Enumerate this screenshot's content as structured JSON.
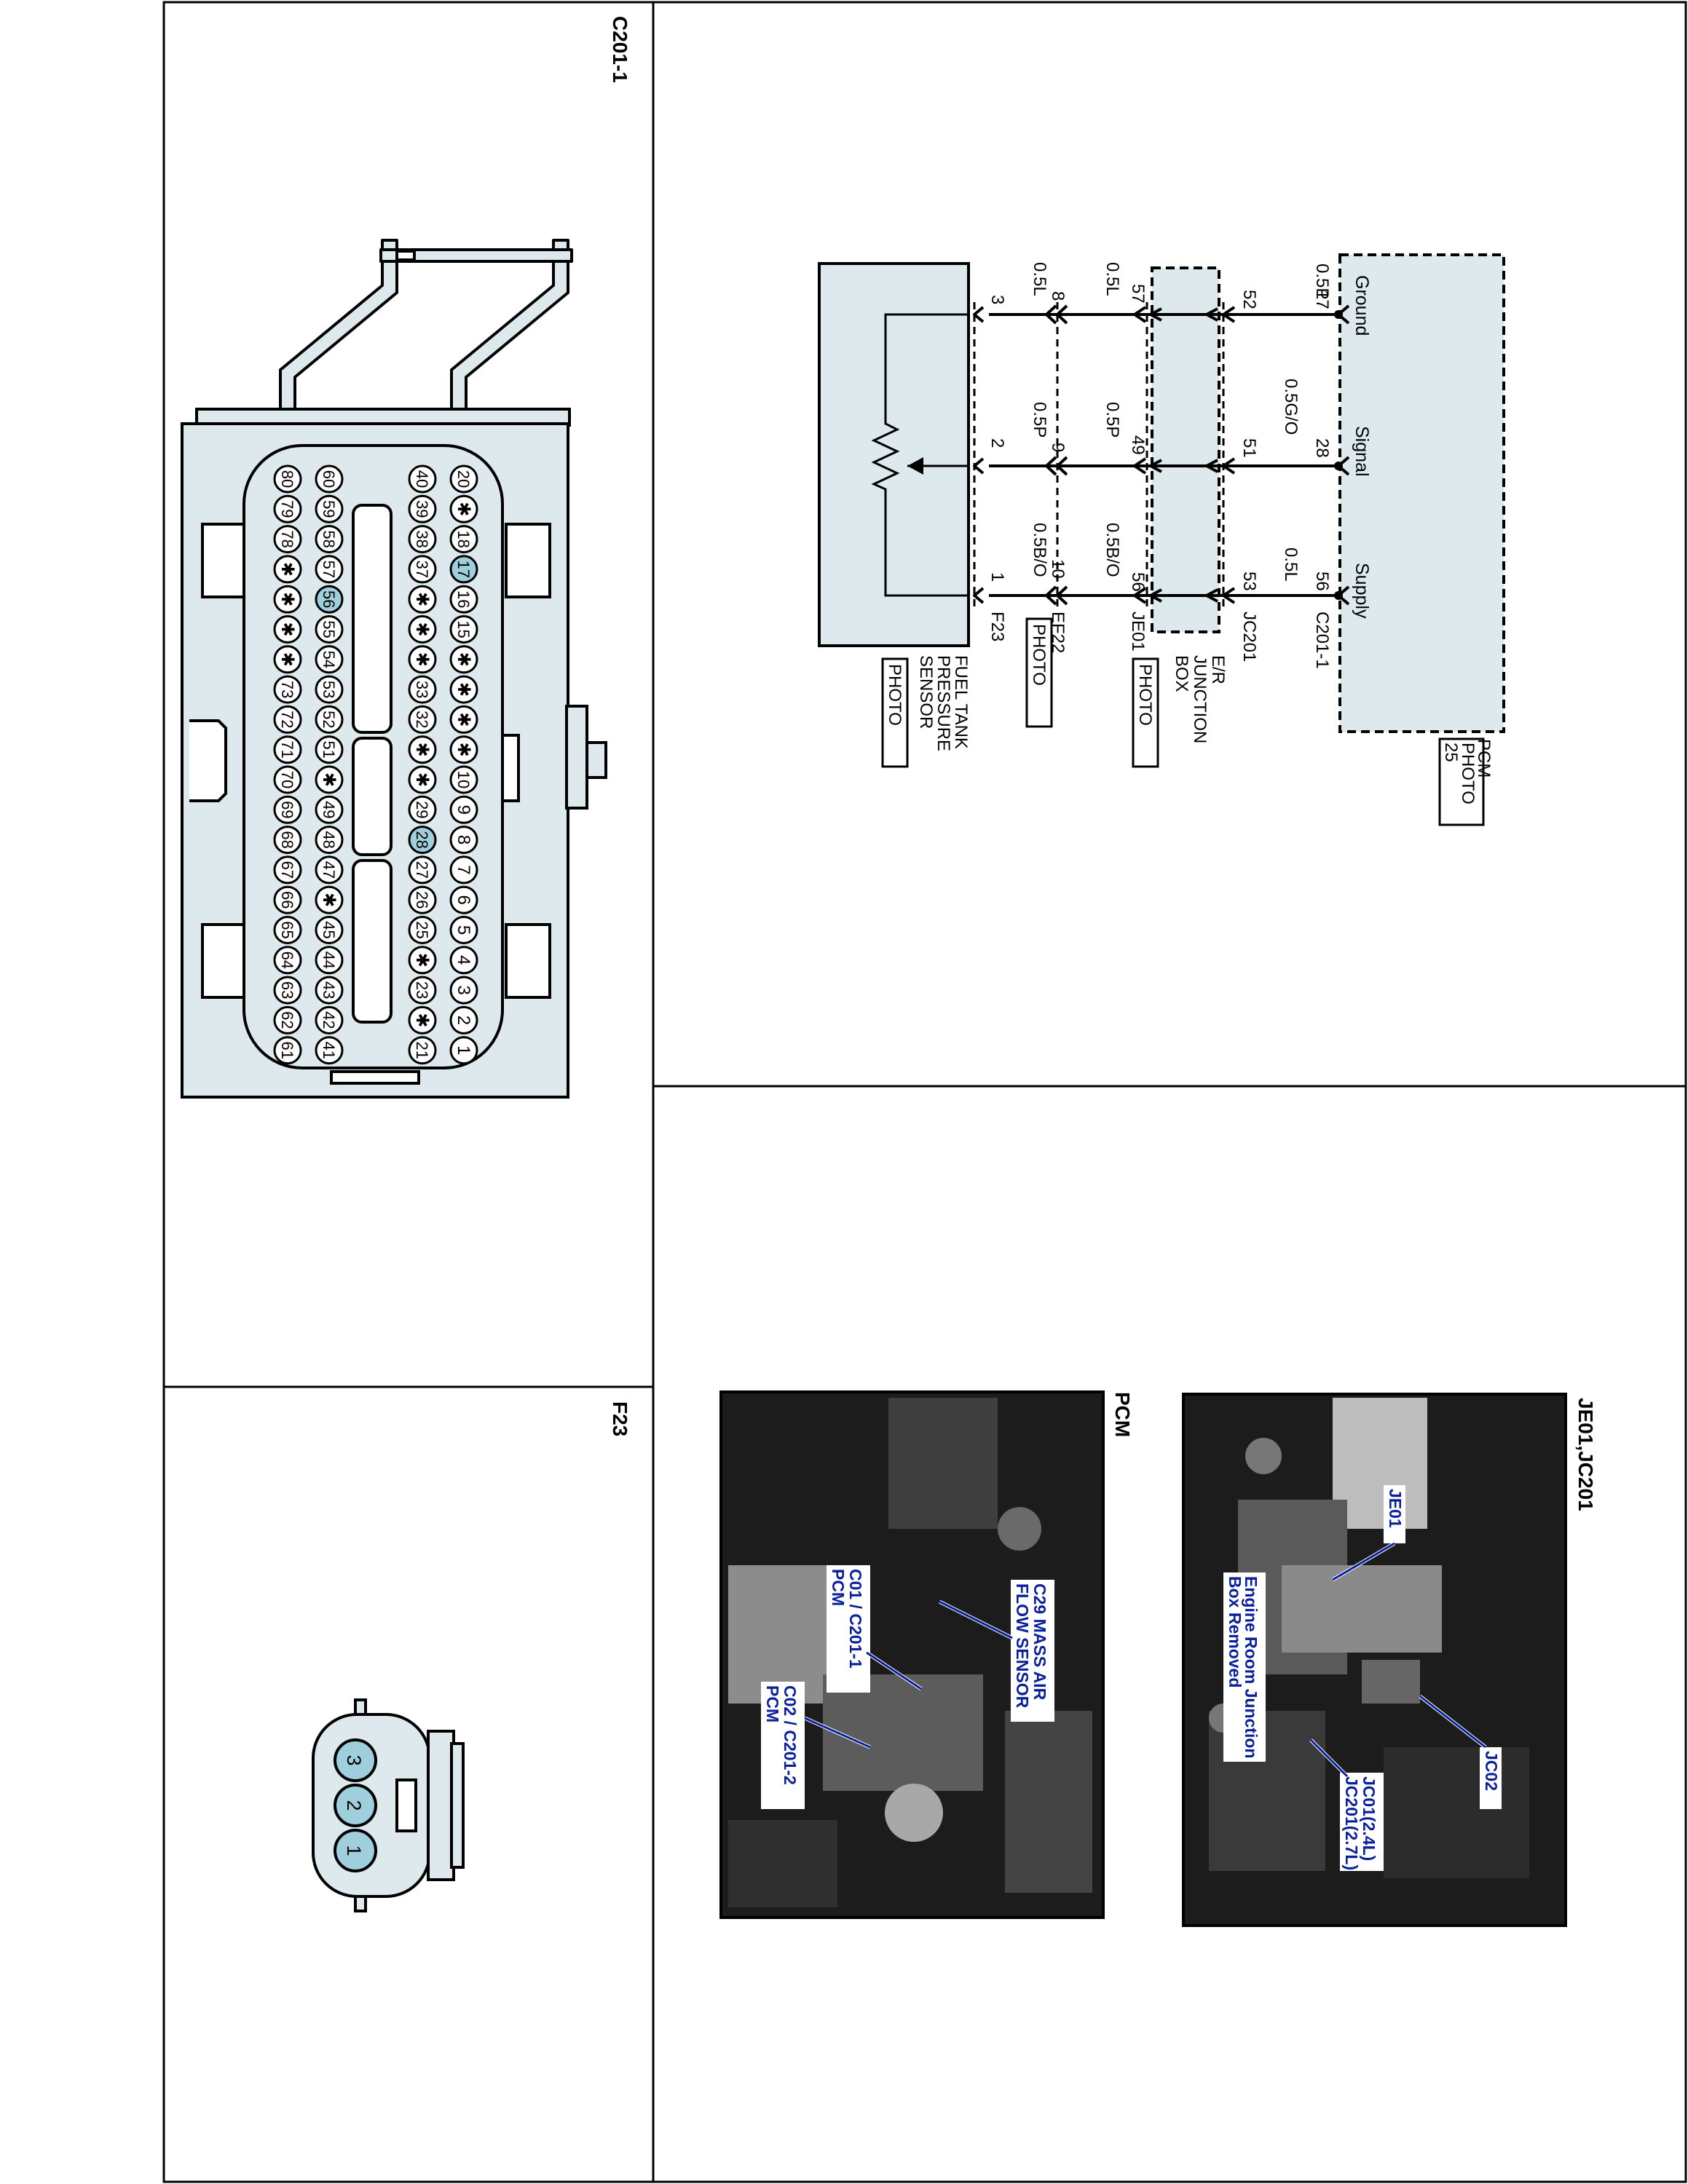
{
  "colors": {
    "connector_fill": "#dde9ec",
    "pin_highlight": "#9fcfdc",
    "annotation_blue": "#0a1f9c",
    "photo_dark": "#1c1c1c"
  },
  "connector_c201": {
    "title": "C201-1",
    "rows": [
      [
        "20",
        "✱",
        "18",
        "17",
        "16",
        "15",
        "✱",
        "✱",
        "✱",
        "✱",
        "10",
        "9",
        "8",
        "7",
        "6",
        "5",
        "4",
        "3",
        "2",
        "1"
      ],
      [
        "40",
        "39",
        "38",
        "37",
        "✱",
        "✱",
        "✱",
        "33",
        "32",
        "✱",
        "✱",
        "29",
        "28",
        "27",
        "26",
        "25",
        "✱",
        "23",
        "✱",
        "21"
      ],
      [
        "60",
        "59",
        "58",
        "57",
        "56",
        "55",
        "54",
        "53",
        "52",
        "51",
        "✱",
        "49",
        "48",
        "47",
        "✱",
        "45",
        "44",
        "43",
        "42",
        "41"
      ],
      [
        "80",
        "79",
        "78",
        "✱",
        "✱",
        "✱",
        "✱",
        "73",
        "72",
        "71",
        "70",
        "69",
        "68",
        "67",
        "66",
        "65",
        "64",
        "63",
        "62",
        "61"
      ]
    ],
    "highlighted": [
      "17",
      "28",
      "56"
    ]
  },
  "connector_f23": {
    "title": "F23",
    "pins": [
      "3",
      "2",
      "1"
    ]
  },
  "schematic": {
    "pcm": {
      "name": "PCM",
      "photo_label": "PHOTO",
      "photo_num": "25"
    },
    "circuits": [
      {
        "function": "Ground",
        "pcm_pin": "17",
        "wire_top": "0.5P",
        "jc_pin": "52",
        "je_pin": "57",
        "wire_mid": "0.5L",
        "ef_pin": "8",
        "wire_bot": "0.5L",
        "f_pin": "3"
      },
      {
        "function": "Signal",
        "pcm_pin": "28",
        "wire_top": "0.5G/O",
        "jc_pin": "51",
        "je_pin": "49",
        "wire_mid": "0.5P",
        "ef_pin": "9",
        "wire_bot": "0.5P",
        "f_pin": "2"
      },
      {
        "function": "Supply",
        "pcm_pin": "56",
        "wire_top": "0.5L",
        "jc_pin": "53",
        "je_pin": "56",
        "wire_mid": "0.5B/O",
        "ef_pin": "10",
        "wire_bot": "0.5B/O",
        "f_pin": "1"
      }
    ],
    "connector_labels": {
      "c201": "C201-1",
      "jc201": "JC201",
      "je01": "JE01",
      "ef22": "EF22",
      "f23": "F23"
    },
    "junction_box": [
      "E/R",
      "JUNCTION",
      "BOX"
    ],
    "sensor": [
      "FUEL TANK",
      "PRESSURE",
      "SENSOR"
    ],
    "photo_word": "PHOTO"
  },
  "photos": {
    "jc": {
      "title": "JE01,JC201",
      "labels": {
        "je01": "JE01",
        "jc02": "JC02",
        "erjb": [
          "Engine Room Junction",
          "Box Removed"
        ],
        "jc01": [
          "JC01(2.4L)",
          "JC201(2.7L)"
        ]
      }
    },
    "pcm": {
      "title": "PCM",
      "labels": {
        "c29": [
          "C29 MASS AIR",
          "FLOW SENSOR"
        ],
        "c01": [
          "C01 / C201-1",
          "PCM"
        ],
        "c02": [
          "C02 / C201-2",
          "PCM"
        ]
      }
    }
  }
}
